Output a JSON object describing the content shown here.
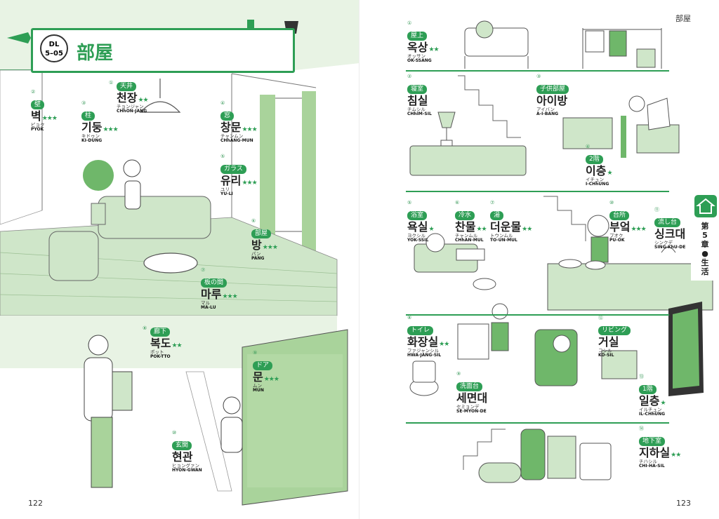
{
  "left_page": {
    "dl_badge": {
      "line1": "DL",
      "line2": "5–05"
    },
    "title": "部屋",
    "page_number": "122",
    "entries": [
      {
        "num": "①",
        "ja": "天井",
        "kr": "천장",
        "stars": "★★",
        "kana": "チョンジャン",
        "roman": "CHhON-JANG"
      },
      {
        "num": "②",
        "ja": "壁",
        "kr": "벽",
        "stars": "★★★",
        "kana": "ピョク",
        "roman": "PYOK"
      },
      {
        "num": "③",
        "ja": "柱",
        "kr": "기둥",
        "stars": "★★★",
        "kana": "キドゥン",
        "roman": "KI-DUNG"
      },
      {
        "num": "④",
        "ja": "窓",
        "kr": "창문",
        "stars": "★★★",
        "kana": "チャンムン",
        "roman": "CHhANG-MUN"
      },
      {
        "num": "⑤",
        "ja": "ガラス",
        "kr": "유리",
        "stars": "★★★",
        "kana": "ユリ",
        "roman": "YU-LI"
      },
      {
        "num": "⑥",
        "ja": "部屋",
        "kr": "방",
        "stars": "★★★",
        "kana": "パン",
        "roman": "PANG"
      },
      {
        "num": "⑦",
        "ja": "板の間",
        "kr": "마루",
        "stars": "★★★",
        "kana": "マル",
        "roman": "MA-LU"
      },
      {
        "num": "⑧",
        "ja": "廊下",
        "kr": "복도",
        "stars": "★★",
        "kana": "ポット",
        "roman": "POK-TTO"
      },
      {
        "num": "⑨",
        "ja": "ドア",
        "kr": "문",
        "stars": "★★★",
        "kana": "ムン",
        "roman": "MUN"
      },
      {
        "num": "⑩",
        "ja": "玄関",
        "kr": "현관",
        "stars": "",
        "kana": "ヒョングァン",
        "roman": "HYON-GWAN"
      }
    ]
  },
  "right_page": {
    "header": "部屋",
    "page_number": "123",
    "chapter_tab": "第5章●生活",
    "entries": [
      {
        "num": "①",
        "ja": "屋上",
        "kr": "옥상",
        "stars": "★★",
        "kana": "オッサン",
        "roman": "OK-SSANG"
      },
      {
        "num": "②",
        "ja": "寝室",
        "kr": "침실",
        "stars": "",
        "kana": "チムシル",
        "roman": "CHhIM-SIL"
      },
      {
        "num": "③",
        "ja": "子供部屋",
        "kr": "아이방",
        "stars": "",
        "kana": "アイバン",
        "roman": "A-I-BANG"
      },
      {
        "num": "④",
        "ja": "2階",
        "kr": "이층",
        "stars": "★",
        "kana": "イチュン",
        "roman": "I-CHhUNG"
      },
      {
        "num": "⑤",
        "ja": "浴室",
        "kr": "욕실",
        "stars": "★",
        "kana": "ヨクシル",
        "roman": "YOK-SSIL"
      },
      {
        "num": "⑥",
        "ja": "冷水",
        "kr": "찬물",
        "stars": "★★",
        "kana": "チャンムル",
        "roman": "CHhAN-MUL"
      },
      {
        "num": "⑦",
        "ja": "湯",
        "kr": "더운물",
        "stars": "★★",
        "kana": "トウンムル",
        "roman": "TO-UN-MUL"
      },
      {
        "num": "⑩",
        "ja": "台所",
        "kr": "부엌",
        "stars": "★★★",
        "kana": "プオク",
        "roman": "PU-OK"
      },
      {
        "num": "⑪",
        "ja": "流し台",
        "kr": "싱크대",
        "stars": "",
        "kana": "シンクデ",
        "roman": "SING-KhU-DE"
      },
      {
        "num": "⑧",
        "ja": "トイレ",
        "kr": "화장실",
        "stars": "★★",
        "kana": "ファジャンシル",
        "roman": "HWA-JANG-SIL"
      },
      {
        "num": "⑨",
        "ja": "洗面台",
        "kr": "세면대",
        "stars": "",
        "kana": "セミョンデ",
        "roman": "SE-MYON-DE"
      },
      {
        "num": "⑫",
        "ja": "リビング",
        "kr": "거실",
        "stars": "",
        "kana": "コシル",
        "roman": "KO-SIL"
      },
      {
        "num": "⑬",
        "ja": "1階",
        "kr": "일층",
        "stars": "★",
        "kana": "イルチュン",
        "roman": "IL-CHhUNG"
      },
      {
        "num": "⑭",
        "ja": "地下室",
        "kr": "지하실",
        "stars": "★★",
        "kana": "チハシル",
        "roman": "CHI-HA-SIL"
      }
    ]
  },
  "colors": {
    "accent": "#2e9e55",
    "light_green": "#cfe6c9",
    "wall_green": "#e8f3e4"
  }
}
